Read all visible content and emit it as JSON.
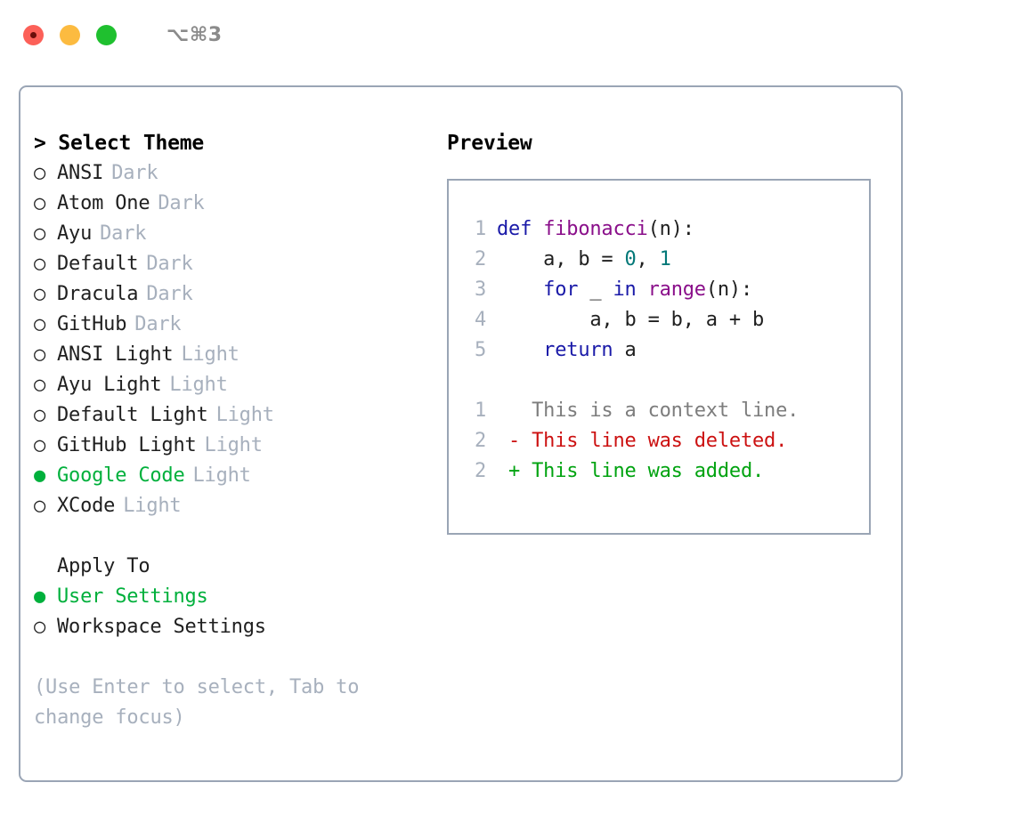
{
  "window": {
    "title": "⌥⌘3",
    "traffic_lights": [
      "close",
      "minimize",
      "maximize"
    ]
  },
  "theme_panel": {
    "header_prefix": "> ",
    "header": "Select Theme",
    "marker_selected": "●",
    "marker_unselected": "○",
    "items": [
      {
        "name": "ANSI",
        "tag": "Dark",
        "selected": false
      },
      {
        "name": "Atom One",
        "tag": "Dark",
        "selected": false
      },
      {
        "name": "Ayu",
        "tag": "Dark",
        "selected": false
      },
      {
        "name": "Default",
        "tag": "Dark",
        "selected": false
      },
      {
        "name": "Dracula",
        "tag": "Dark",
        "selected": false
      },
      {
        "name": "GitHub",
        "tag": "Dark",
        "selected": false
      },
      {
        "name": "ANSI Light",
        "tag": "Light",
        "selected": false
      },
      {
        "name": "Ayu Light",
        "tag": "Light",
        "selected": false
      },
      {
        "name": "Default Light",
        "tag": "Light",
        "selected": false
      },
      {
        "name": "GitHub Light",
        "tag": "Light",
        "selected": false
      },
      {
        "name": "Google Code",
        "tag": "Light",
        "selected": true
      },
      {
        "name": "XCode",
        "tag": "Light",
        "selected": false
      }
    ]
  },
  "apply_to": {
    "header": "Apply To",
    "items": [
      {
        "name": "User Settings",
        "selected": true
      },
      {
        "name": "Workspace Settings",
        "selected": false
      }
    ]
  },
  "hint": "(Use Enter to select, Tab to change focus)",
  "preview": {
    "title": "Preview",
    "code_lines": [
      {
        "number": "1",
        "tokens": [
          {
            "text": "def ",
            "type": "kw"
          },
          {
            "text": "fibonacci",
            "type": "fn"
          },
          {
            "text": "(n):",
            "type": "plain"
          }
        ]
      },
      {
        "number": "2",
        "tokens": [
          {
            "text": "    a, b = ",
            "type": "plain"
          },
          {
            "text": "0",
            "type": "num"
          },
          {
            "text": ", ",
            "type": "plain"
          },
          {
            "text": "1",
            "type": "num"
          }
        ]
      },
      {
        "number": "3",
        "tokens": [
          {
            "text": "    for ",
            "type": "kw"
          },
          {
            "text": "_ ",
            "type": "plain"
          },
          {
            "text": "in ",
            "type": "kw"
          },
          {
            "text": "range",
            "type": "fn"
          },
          {
            "text": "(n):",
            "type": "plain"
          }
        ]
      },
      {
        "number": "4",
        "tokens": [
          {
            "text": "        a, b = b, a + b",
            "type": "plain"
          }
        ]
      },
      {
        "number": "5",
        "tokens": [
          {
            "text": "    return ",
            "type": "kw"
          },
          {
            "text": "a",
            "type": "plain"
          }
        ]
      }
    ],
    "diff_lines": [
      {
        "number": "1",
        "sign": " ",
        "text": "This is a context line.",
        "type": "context"
      },
      {
        "number": "2",
        "sign": "-",
        "text": "This line was deleted.",
        "type": "deleted"
      },
      {
        "number": "2",
        "sign": "+",
        "text": "This line was added.",
        "type": "added"
      }
    ]
  },
  "colors": {
    "accent_green": "#00b03c",
    "muted_gray": "#a7b0bd",
    "border": "#9aa5b5",
    "keyword": "#1a1aa8",
    "function": "#8a0f8a",
    "number": "#027878",
    "diff_added": "#00a310",
    "diff_deleted": "#cc1111",
    "diff_context": "#7d7d7d"
  }
}
